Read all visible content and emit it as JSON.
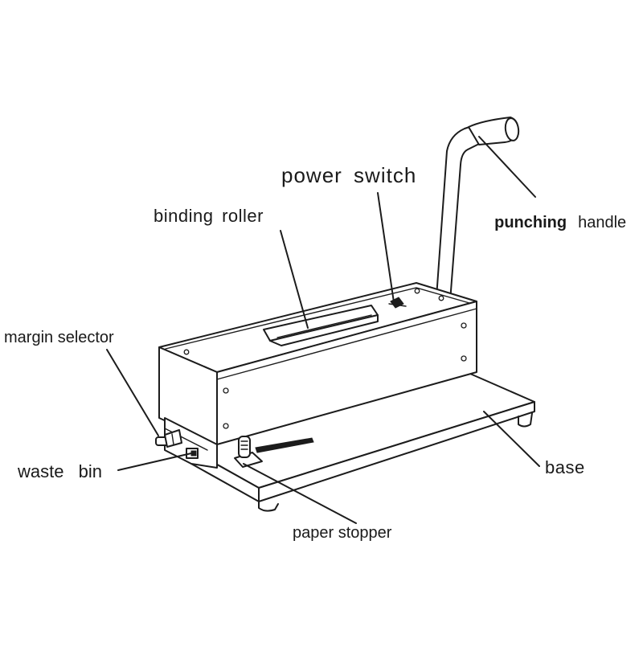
{
  "labels": {
    "power_switch": "power switch",
    "binding_roller": "binding roller",
    "punching": "punching",
    "handle": "handle",
    "margin_selector": "margin selector",
    "waste_bin": "waste bin",
    "base": "base",
    "paper_stopper": "paper stopper"
  }
}
